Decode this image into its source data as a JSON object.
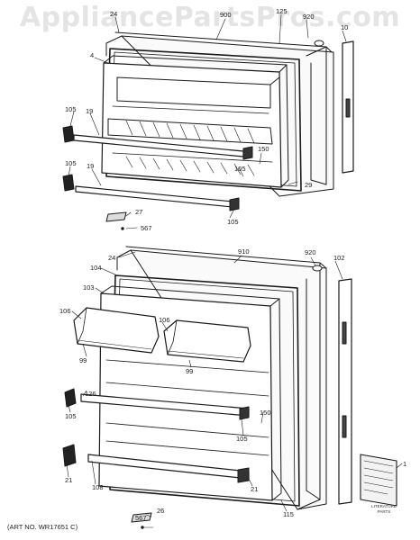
{
  "watermark": "AppliancePartsPros.com",
  "art_number": "(ART NO. WR17651 C)",
  "literature_caption": [
    "LITERATURE",
    "PARTS"
  ],
  "labels": {
    "f24": "24",
    "f900": "900",
    "f125": "125",
    "f920": "920",
    "f10": "10",
    "f4": "4",
    "f105a": "105",
    "f19a": "19",
    "f105b": "105",
    "f19b": "19",
    "f150": "150",
    "f105c": "105",
    "f29": "29",
    "f105d": "105",
    "f27": "27",
    "f567": "567",
    "r910": "910",
    "r920": "920",
    "r102": "102",
    "r24": "24",
    "r104": "104",
    "r103": "103",
    "r106a": "106",
    "r106b": "106",
    "r99a": "99",
    "r99b": "99",
    "r105a": "105",
    "r126": "126",
    "r150": "150",
    "r105b": "105",
    "r21a": "21",
    "r108": "108",
    "r21b": "21",
    "r115": "115",
    "r567": "567",
    "r26": "26",
    "r1": "1"
  }
}
